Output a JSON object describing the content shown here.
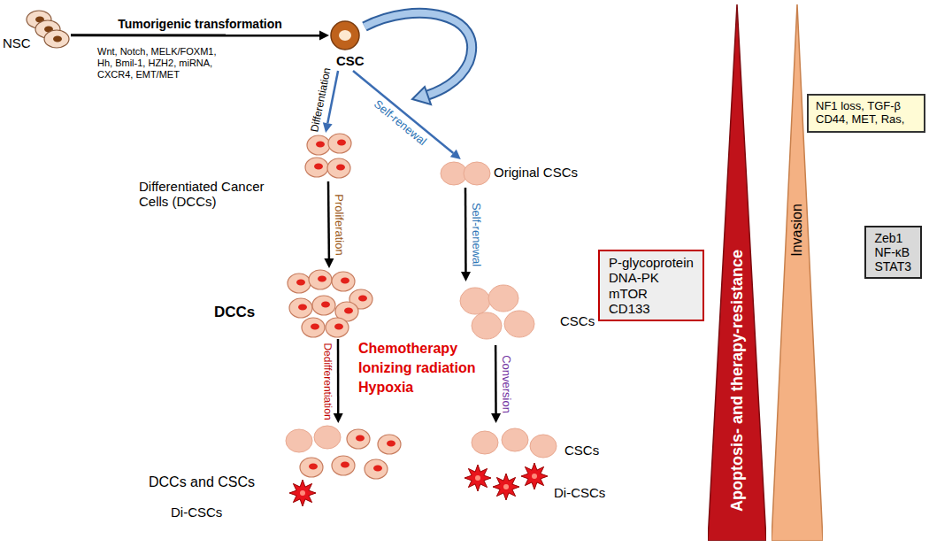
{
  "diagram": {
    "nodes": [
      {
        "text": [
          "NSC"
        ]
      },
      {
        "text": [
          "CSC"
        ]
      },
      {
        "text": [
          "Differentiated Cancer Cells (DCCs)"
        ]
      },
      {
        "text": [
          "Original CSCs"
        ]
      },
      {
        "text": [
          "DCCs"
        ]
      },
      {
        "text": [
          "CSCs"
        ]
      },
      {
        "text": [
          "DCCs and CSCs",
          "Di-CSCs"
        ]
      },
      {
        "text": [
          "CSCs",
          "Di-CSCs"
        ]
      },
      {
        "text": [
          "P-glycoprotein",
          "DNA-PK",
          "mTOR",
          "CD133"
        ]
      },
      {
        "text": [
          "Apoptosis- and therapy-resistance"
        ]
      },
      {
        "text": [
          "Invasion"
        ]
      },
      {
        "text": [
          "NF1 loss, TGF-β CD44, MET, Ras,"
        ]
      },
      {
        "text": [
          "Zeb1",
          "NF-κB",
          "STAT3"
        ]
      }
    ],
    "edges": [
      {
        "from": 0,
        "to": 1,
        "label": "Tumorigenic transformation",
        "arrow": "to"
      },
      {
        "from": 1,
        "to": 2,
        "label": "Differentiation",
        "arrow": "to"
      },
      {
        "from": 1,
        "to": 3,
        "label": "Self-renewal",
        "arrow": "to"
      },
      {
        "from": 2,
        "to": 4,
        "label": "Proliferation",
        "arrow": "to"
      },
      {
        "from": 3,
        "to": 5,
        "label": "Self-renewal",
        "arrow": "to"
      },
      {
        "from": 4,
        "to": 6,
        "label": "Dedifferentiation",
        "arrow": "to"
      },
      {
        "from": 5,
        "to": 7,
        "label": "Conversion",
        "arrow": "to"
      }
    ],
    "labels": [
      "Wnt, Notch, MELK/FOXM1, Hh, Bmil-1, HZH2, miRNA, CXCR4, EMT/MET",
      "Chemotherapy",
      "Ionizing radiation",
      "Hypoxia"
    ]
  }
}
